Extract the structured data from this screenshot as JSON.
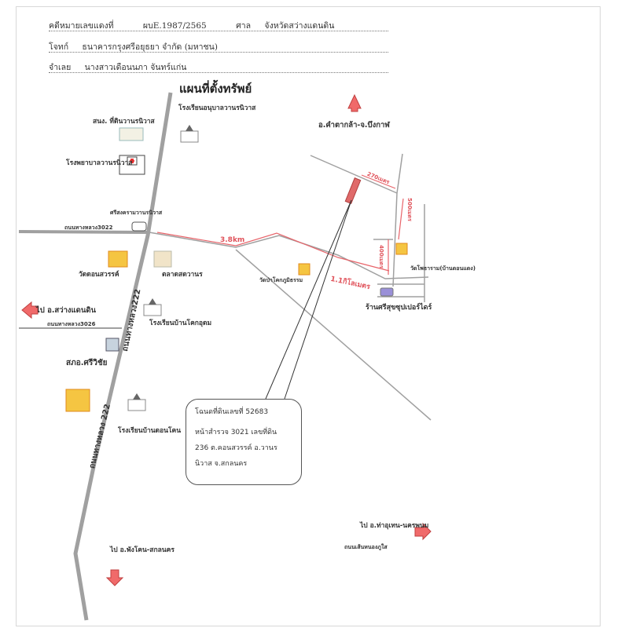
{
  "header": {
    "case_label": "คดีหมายเลขแดงที่",
    "case_number": "ผบE.1987/2565",
    "court_label": "ศาล",
    "court_name": "จังหวัดสว่างแดนดิน",
    "plaintiff_label": "โจทก์",
    "plaintiff": "ธนาคารกรุงศรีอยุธยา จำกัด (มหาชน)",
    "defendant_label": "จำเลย",
    "defendant": "นางสาวเดือนนภา จันทร์แก่น"
  },
  "map": {
    "title": "แผนที่ตั้งทรัพย์",
    "labels": {
      "school_top": "โรงเรียนอนุบาลวานรนิวาส",
      "land_office": "สนง. ที่ดินวานรนิวาส",
      "hospital": "โรงพยาบาลวานรนิวาส",
      "junction": "ศรีสงครามวานรนิวาส",
      "road_3022": "ถนนทางหลวง3022",
      "temple_don": "วัดดอนสวรรค์",
      "building": "ตลาดสดวานร",
      "road_222": "ถนนทางหลวง222",
      "road_222_b": "ถนนทางหลวง 222",
      "to_sawang": "ไป อ.สว่างแดนดิน",
      "road_3026": "ถนนทางหลวง3026",
      "school_khok": "โรงเรียนบ้านโคกอุดม",
      "police": "สภอ.ศรีวิชัย",
      "school_don": "โรงเรียนบ้านดอนโคน",
      "to_north": "อ.คำตากล้า-จ.บึงกาฬ",
      "temple_pa": "วัดป่าโคกภูมิธรรม",
      "temple_pho": "วัดโพธาราม(บ้านดอนแดง)",
      "shop": "ร้านศรีสุขซุปเปอร์ไดร์",
      "to_south": "ไป อ.พังโคน-สกลนคร",
      "to_east": "ไป อ.ท่าอุเทน-นครพนม",
      "east_road": "ถนนเส้นหนองภูใส"
    },
    "distances": {
      "d1": "3.8km",
      "d2": "1.1กิโลเมตร",
      "d3": "270เมตร",
      "d4": "500เมตร",
      "d5": "400เมตร"
    },
    "callout": {
      "line1": "โฉนดที่ดินเลขที่ 52683",
      "line2": "หน้าสำรวจ 3021 เลขที่ดิน",
      "line3": "236 ต.คอนสวรรค์ อ.วานร",
      "line4": "นิวาส จ.สกลนคร"
    },
    "colors": {
      "route": "#e8646a",
      "road": "#9a9a9a",
      "arrow": "#f06a6a"
    }
  }
}
